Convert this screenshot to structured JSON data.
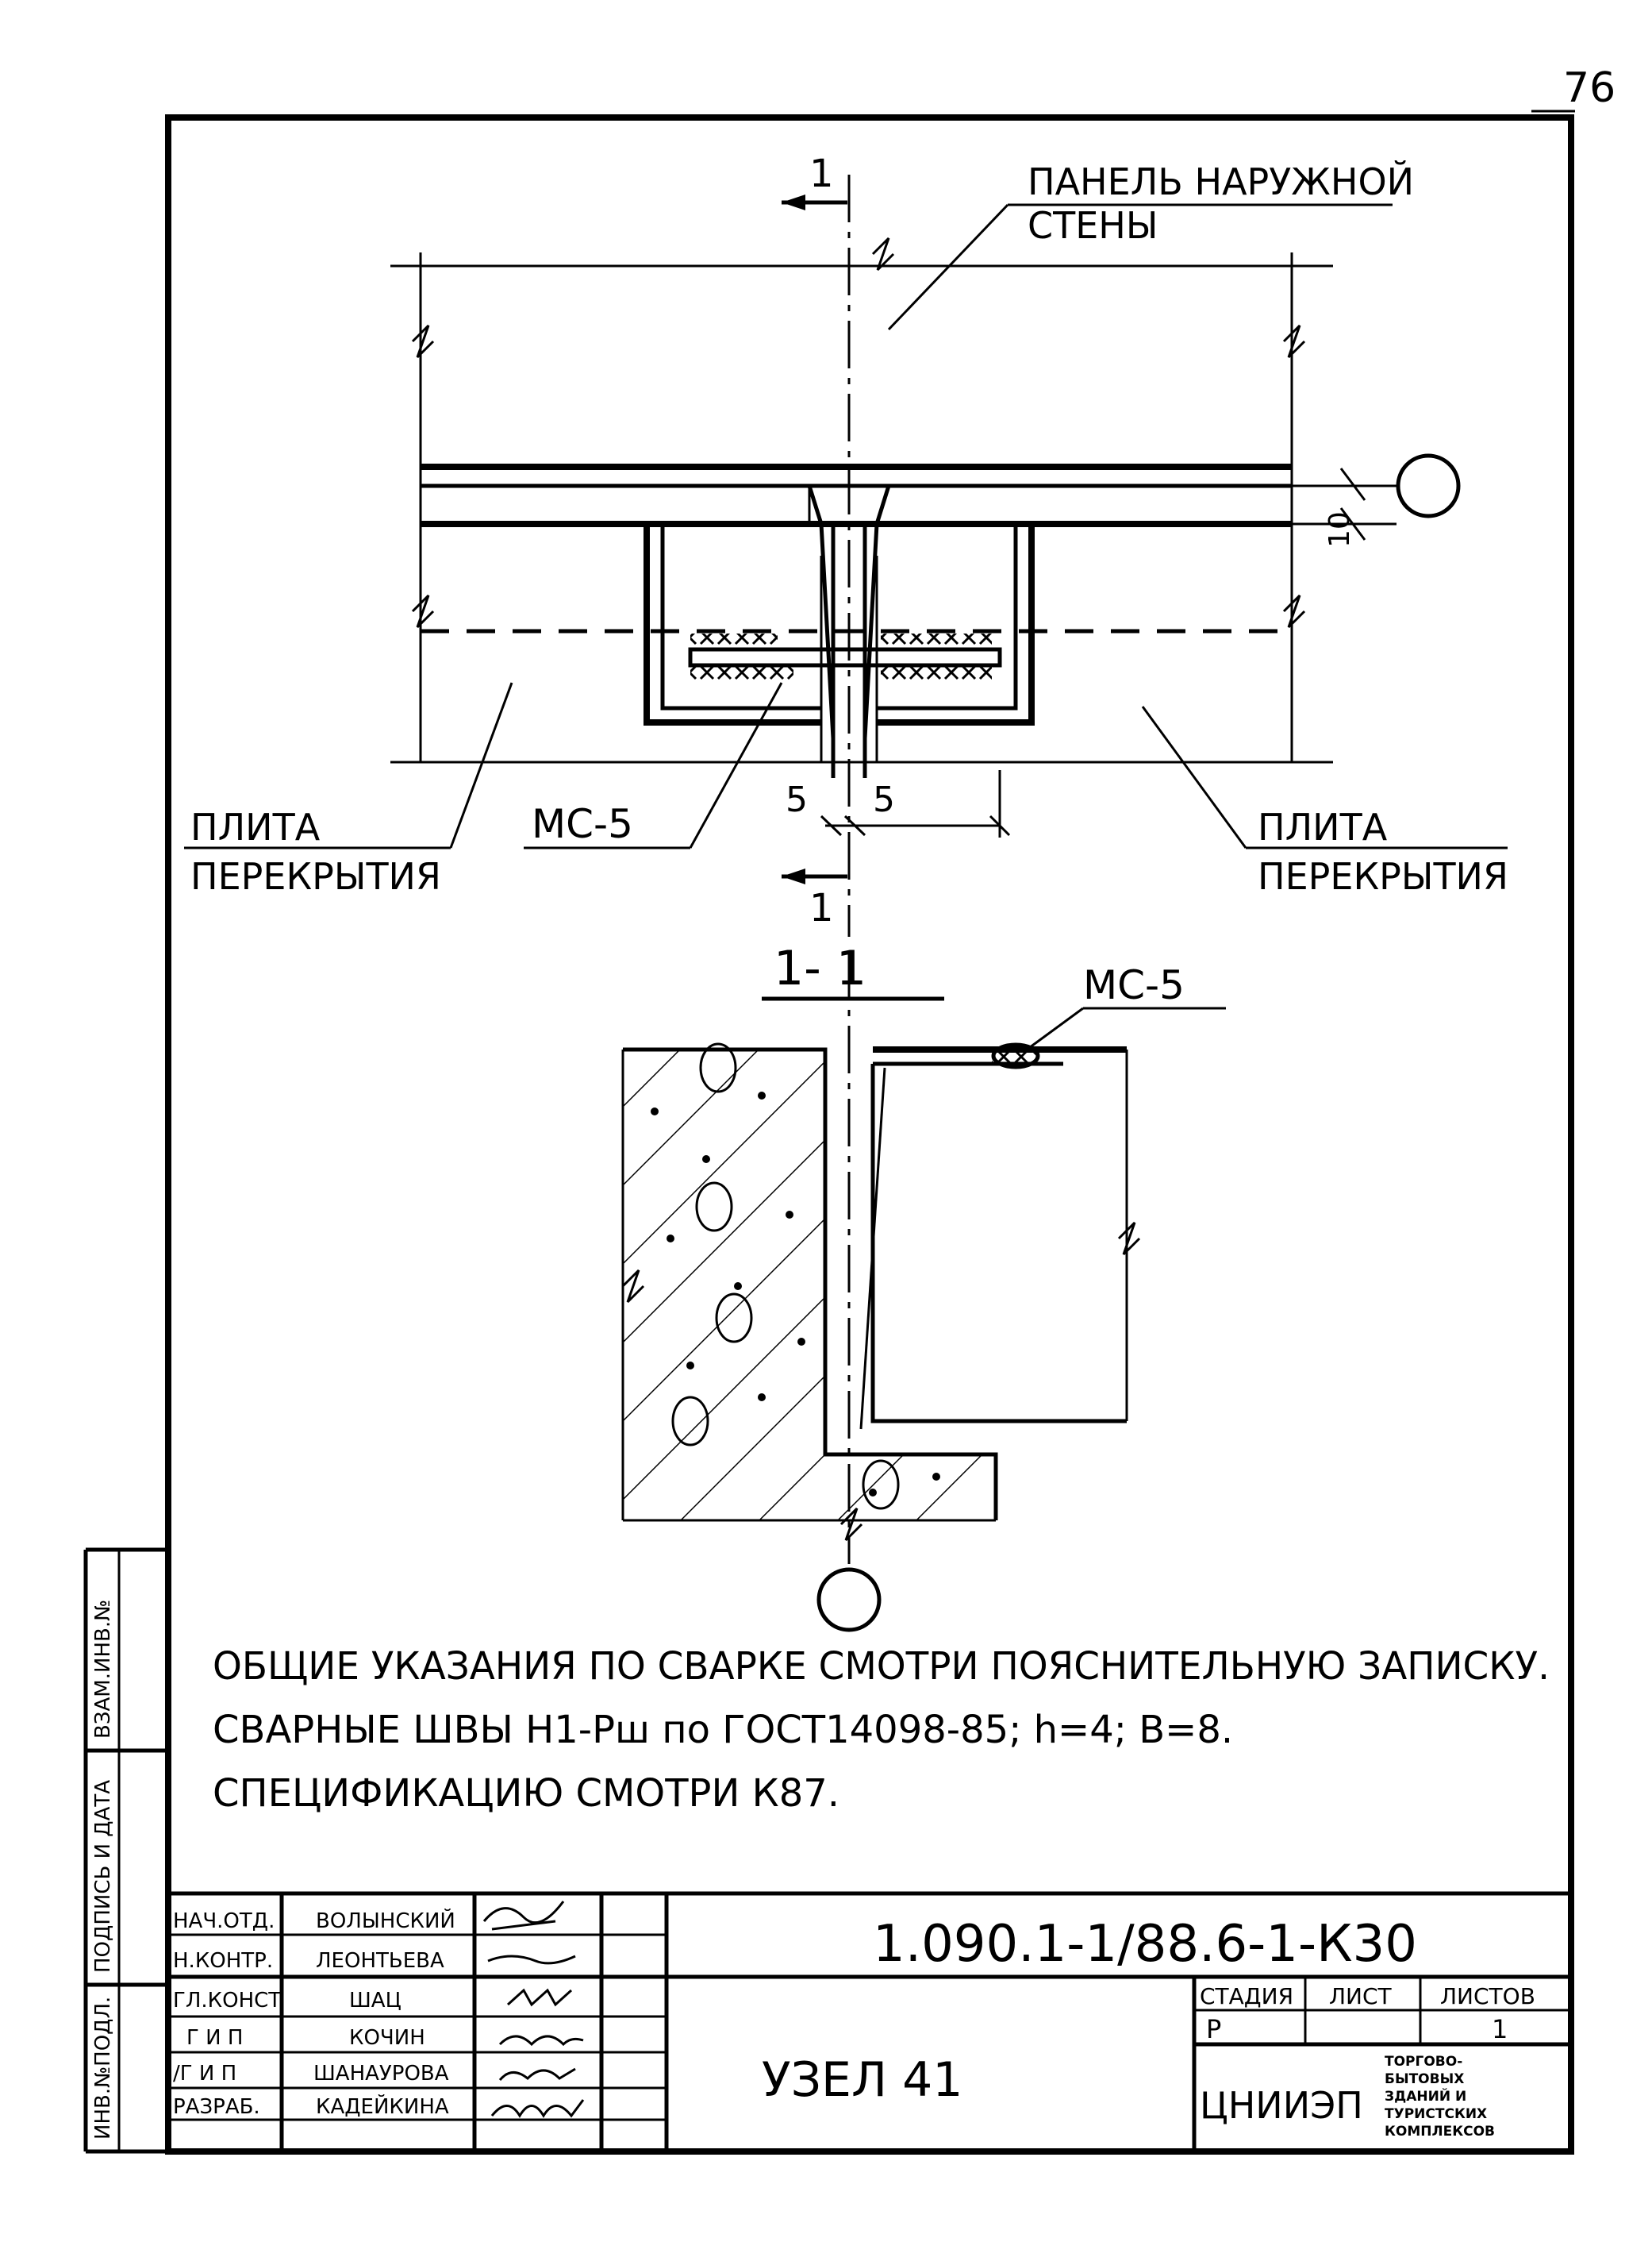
{
  "page_number": "76",
  "plan": {
    "panel_label_1": "ПАНЕЛЬ НАРУЖНОЙ",
    "panel_label_2": "СТЕНЫ",
    "slab_left_1": "ПЛИТА",
    "slab_left_2": "ПЕРЕКРЫТИЯ",
    "slab_right_1": "ПЛИТА",
    "slab_right_2": "ПЕРЕКРЫТИЯ",
    "part_label": "МС-5",
    "section_mark_top": "1",
    "section_mark_bottom": "1",
    "dim_gap_left": "5",
    "dim_gap_right": "5",
    "dim_10": "10"
  },
  "section": {
    "title": "1- 1",
    "part_label": "МС-5"
  },
  "notes": [
    "ОБЩИЕ УКАЗАНИЯ ПО СВАРКЕ СМОТРИ ПОЯСНИТЕЛЬНУЮ ЗАПИСКУ.",
    "СВАРНЫЕ ШВЫ Н1-Рш по ГОСТ14098-85; h=4; B=8.",
    "СПЕЦИФИКАЦИЮ СМОТРИ К87."
  ],
  "side_stamp": {
    "col1": "ВЗАМ.ИНВ.№",
    "col2": "ПОДПИСЬ И ДАТА",
    "col3": "ИНВ.№ПОДЛ."
  },
  "title_block": {
    "doc_code": "1.090.1-1/88.6-1-К30",
    "node_name": "УЗЕЛ 41",
    "roles": [
      "НАЧ.ОТД.",
      "Н.КОНТР.",
      "ГЛ.КОНСТ",
      "Г И П",
      "/Г И П",
      "РАЗРАБ."
    ],
    "names": [
      "ВОЛЫНСКИЙ",
      "ЛЕОНТЬЕВА",
      "ШАЦ",
      "КОЧИН",
      "ШАНАУРОВА",
      "КАДЕЙКИНА"
    ],
    "stage_header": "СТАДИЯ",
    "sheet_header": "ЛИСТ",
    "sheets_header": "ЛИСТОВ",
    "stage_value": "Р",
    "sheet_value": "",
    "sheets_value": "1",
    "org_name": "ЦНИИЭП",
    "org_desc_1": "ТОРГОВО-",
    "org_desc_2": "БЫТОВЫХ",
    "org_desc_3": "ЗДАНИЙ И",
    "org_desc_4": "ТУРИСТСКИХ",
    "org_desc_5": "КОМПЛЕКСОВ"
  }
}
